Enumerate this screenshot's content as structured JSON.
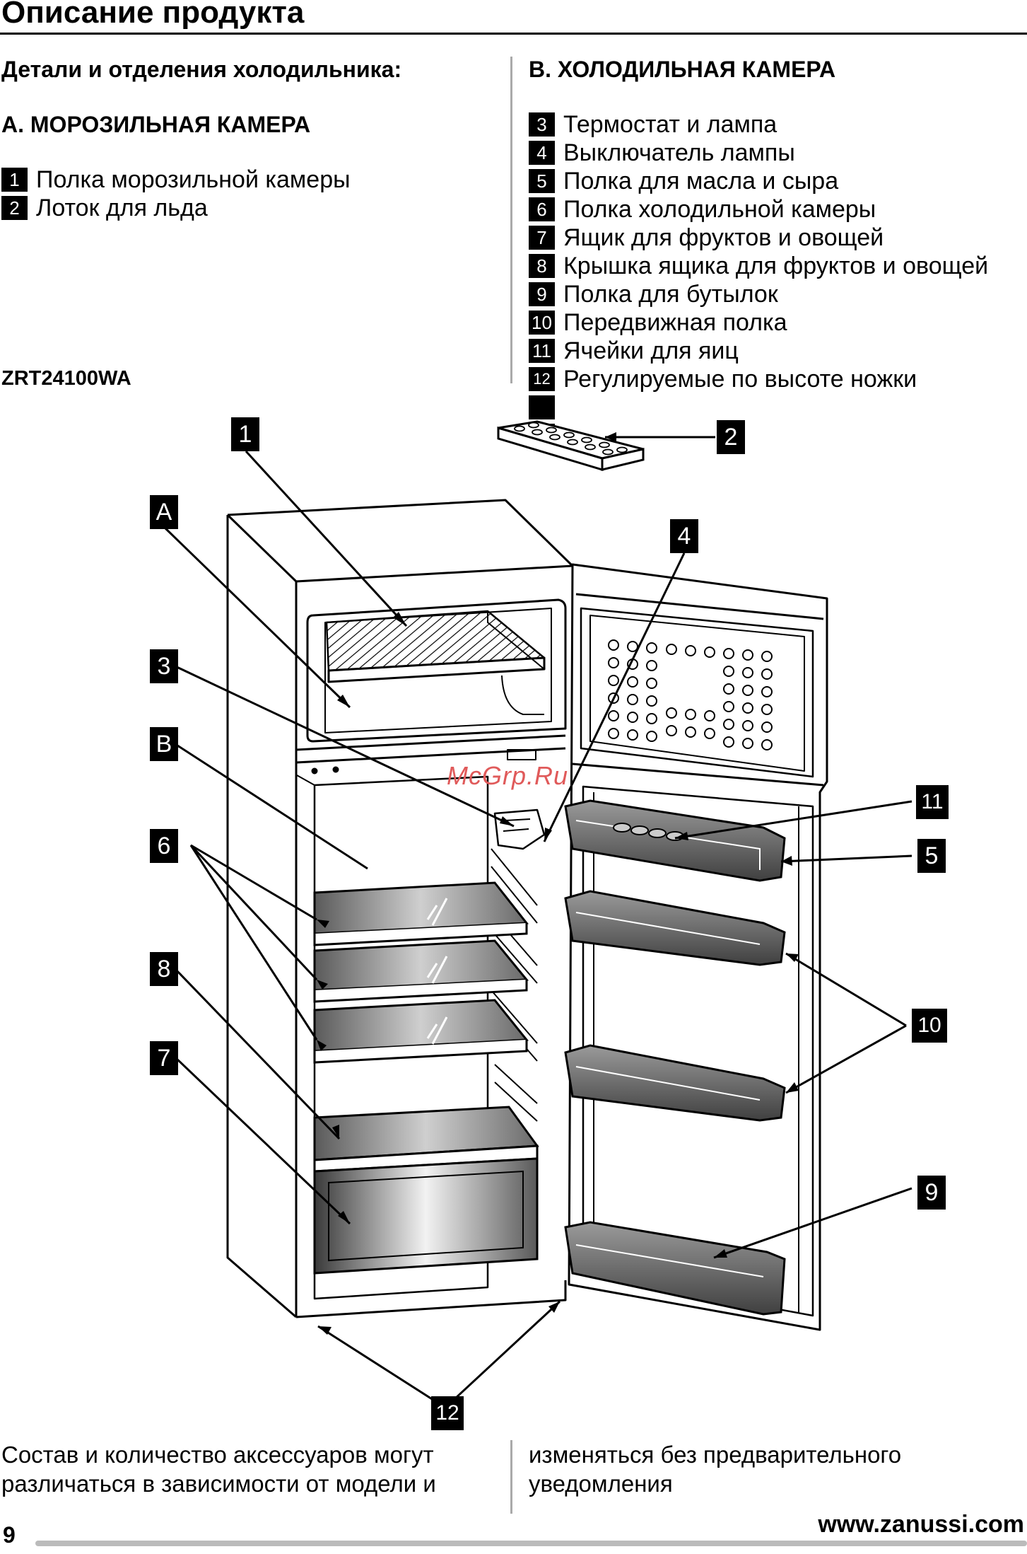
{
  "page_title": "Описание продукта",
  "left_column": {
    "heading": "Детали и отделения холодильника:",
    "section_a_title": "A. МОРОЗИЛЬНАЯ КАМЕРА",
    "items": [
      {
        "num": "1",
        "label": "Полка морозильной камеры"
      },
      {
        "num": "2",
        "label": "Лоток для льда"
      }
    ],
    "model": "ZRT24100WA"
  },
  "right_column": {
    "section_b_title": "B. ХОЛОДИЛЬНАЯ КАМЕРА",
    "items": [
      {
        "num": "3",
        "label": "Термостат и лампа"
      },
      {
        "num": "4",
        "label": "Выключатель лампы"
      },
      {
        "num": "5",
        "label": "Полка для масла и сыра"
      },
      {
        "num": "6",
        "label": "Полка холодильной камеры"
      },
      {
        "num": "7",
        "label": "Ящик для фруктов и овощей"
      },
      {
        "num": "8",
        "label": "Крышка ящика для фруктов и овощей"
      },
      {
        "num": "9",
        "label": "Полка для бутылок"
      },
      {
        "num": "10",
        "label": "Передвижная полка"
      },
      {
        "num": "11",
        "label": "Ячейки для яиц"
      },
      {
        "num": "12",
        "label": "Регулируемые по высоте ножки"
      }
    ]
  },
  "diagram": {
    "callouts": {
      "c1": "1",
      "c2": "2",
      "cA": "A",
      "c3": "3",
      "c4": "4",
      "cB": "B",
      "c6": "6",
      "c8": "8",
      "c7": "7",
      "c11": "11",
      "c5": "5",
      "c10": "10",
      "c9": "9",
      "c12": "12"
    },
    "watermark": "McGrp.Ru"
  },
  "footnote": {
    "left_line1": "Состав и количество аксессуаров могут",
    "left_line2": "различаться в зависимости от модели и",
    "right_line1": "изменяться без предварительного",
    "right_line2": "уведомления"
  },
  "footer": {
    "page_number": "9",
    "website": "www.zanussi.com"
  }
}
